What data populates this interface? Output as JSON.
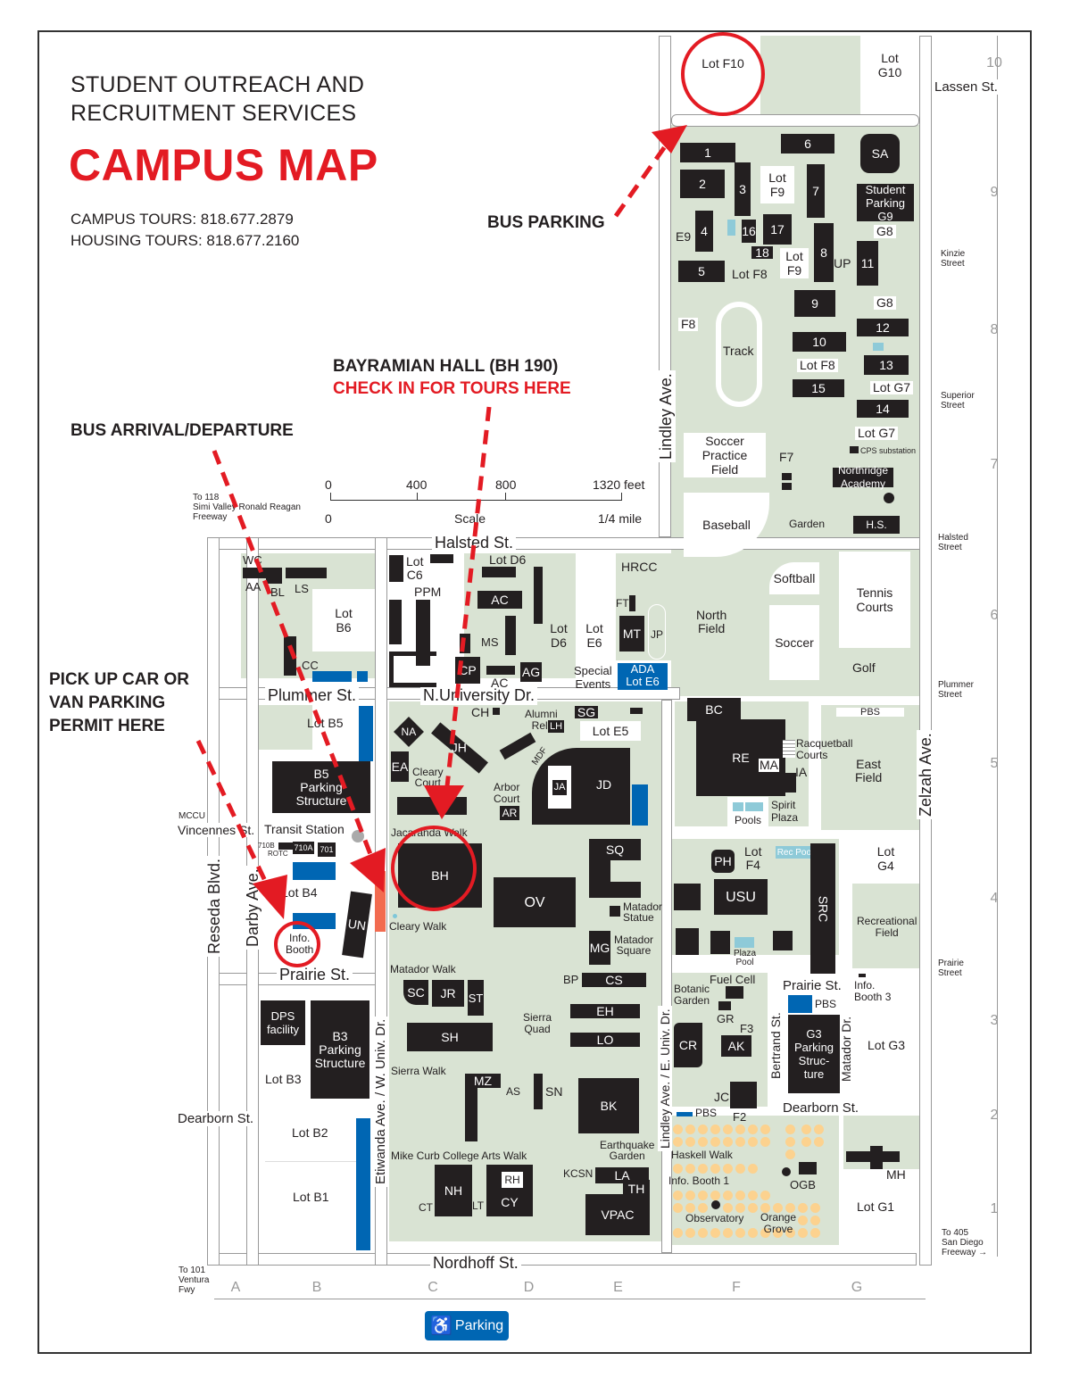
{
  "header": {
    "org_line1": "STUDENT OUTREACH AND",
    "org_line2": "RECRUITMENT SERVICES",
    "title": "CAMPUS MAP",
    "campus_tours": "CAMPUS TOURS: 818.677.2879",
    "housing_tours": "HOUSING TOURS: 818.677.2160"
  },
  "callouts": {
    "bus_parking": "BUS PARKING",
    "bayramian_line1": "BAYRAMIAN HALL (BH 190)",
    "bayramian_line2": "CHECK IN FOR TOURS HERE",
    "bus_arrival": "BUS ARRIVAL/DEPARTURE",
    "pickup_line1": "PICK UP CAR OR",
    "pickup_line2": "VAN PARKING",
    "pickup_line3": "PERMIT HERE"
  },
  "colors": {
    "accent_red": "#e31b23",
    "building": "#231f20",
    "grounds_green": "#d9e3d3",
    "ada_blue": "#0066b3",
    "pool": "#8ecad8",
    "orange_grove": "#fcd28f"
  },
  "scale": {
    "feet_ticks": [
      "0",
      "400",
      "800",
      "1320 feet"
    ],
    "label": "Scale",
    "mile_start": "0",
    "mile_end": "1/4 mile"
  },
  "directions": {
    "north_118": "To 118\nSimi Valley Ronald Reagan\nFreeway",
    "south_101": "To 101\nVentura\nFwy",
    "east_405": "To 405\nSan Diego\nFreeway →"
  },
  "streets": {
    "lassen": "Lassen St.",
    "halsted": "Halsted  St.",
    "plummer": "Plummer St.",
    "n_university": "N.University Dr.",
    "vincennes": "Vincennes St.",
    "prairie": "Prairie St.",
    "prairie_east": "Prairie St.",
    "dearborn": "Dearborn St.",
    "dearborn_east": "Dearborn St.",
    "nordhoff": "Nordhoff St.",
    "reseda": "Reseda Blvd.",
    "darby": "Darby Ave.",
    "etiwanda": "Etiwanda Ave. / W. Univ. Dr.",
    "lindley_upper": "Lindley  Ave.",
    "lindley_lower": "Lindley Ave. / E. Univ. Dr.",
    "zelzah": "Zelzah  Ave.",
    "bertrand": "Bertrand St.",
    "matador_dr": "Matador Dr.",
    "kinzie_street": "Kinzie\nStreet",
    "superior_street": "Superior\nStreet",
    "halsted_street": "Halsted\nStreet",
    "plummer_street": "Plummer\nStreet",
    "prairie_street": "Prairie\nStreet"
  },
  "grid": {
    "rows": [
      "10",
      "9",
      "8",
      "7",
      "6",
      "5",
      "4",
      "3",
      "2",
      "1"
    ],
    "cols": [
      "A",
      "B",
      "C",
      "D",
      "E",
      "F",
      "G"
    ]
  },
  "buildings": {
    "b1": "1",
    "b2": "2",
    "b3": "3",
    "b4": "4",
    "b5": "5",
    "b6": "6",
    "b7": "7",
    "b8": "8",
    "b9": "9",
    "b10": "10",
    "b11": "11",
    "b12": "12",
    "b13": "13",
    "b14": "14",
    "b15": "15",
    "b16": "16",
    "b17": "17",
    "b18": "18",
    "sa": "SA",
    "student_parking": "Student\nParking\nG9",
    "up": "UP",
    "northridge_academy": "Northridge\nAcademy",
    "hs": "H.S.",
    "cps": "CPS substation",
    "wc": "WC",
    "aa": "AA",
    "bl": "BL",
    "ls": "LS",
    "cc": "CC",
    "ppm": "PPM",
    "ac": "AC",
    "ac2": "AC",
    "ms": "MS",
    "cp": "CP",
    "ag": "AG",
    "ft": "FT",
    "mt": "MT",
    "jp": "JP",
    "hrcc": "HRCC",
    "ch": "CH",
    "alumni": "Alumni\nRel.",
    "lh": "LH",
    "sg": "SG",
    "na": "NA",
    "jh": "JH",
    "ea": "EA",
    "mdf": "MDF",
    "ja": "JA",
    "jd": "JD",
    "ar": "AR",
    "bh": "BH",
    "ov": "OV",
    "sq": "SQ",
    "matador_statue": "Matador\nStatue",
    "mg": "MG",
    "matador_square": "Matador\nSquare",
    "bp": "BP",
    "cs": "CS",
    "eh": "EH",
    "lo": "LO",
    "sc": "SC",
    "jr": "JR",
    "st": "ST",
    "sh": "SH",
    "mz": "MZ",
    "as": "AS",
    "sn": "SN",
    "bk": "BK",
    "nh": "NH",
    "rh": "RH",
    "cy": "CY",
    "lt": "LT",
    "ct": "CT",
    "kcsn": "KCSN",
    "la": "LA",
    "th": "TH",
    "vpac": "VPAC",
    "bc": "BC",
    "re": "RE",
    "ma": "MA",
    "ia": "IA",
    "ph": "PH",
    "usu": "USU",
    "src": "SRC",
    "cr": "CR",
    "ak": "AK",
    "gr": "GR",
    "jc": "JC",
    "ogb": "OGB",
    "mh": "MH",
    "un": "UN",
    "b5_structure": "B5\nParking\nStructure",
    "b3_structure": "B3\nParking\nStructure",
    "g3_structure": "G3\nParking\nStruc-\nture",
    "dps": "DPS\nfacility",
    "b710b": "710B",
    "rotc": "ROTC",
    "b710a": "710A",
    "b701": "701",
    "mccu": "MCCU"
  },
  "lots": {
    "f10": "Lot F10",
    "g10": "Lot\nG10",
    "f9a": "Lot\nF9",
    "f9b": "Lot\nF9",
    "f8a": "Lot F8",
    "f8b": "Lot F8",
    "e9": "E9",
    "f8": "F8",
    "g8a": "G8",
    "g8b": "G8",
    "g7a": "Lot G7",
    "g7b": "Lot G7",
    "f7": "F7",
    "c6": "Lot\nC6",
    "d6a": "Lot D6",
    "d6b": "Lot\nD6",
    "e6": "Lot\nE6",
    "b6": "Lot\nB6",
    "ada_e6": "ADA\nLot E6",
    "special_events": "Special\nEvents",
    "b5": "Lot B5",
    "b4": "Lot B4",
    "b3": "Lot B3",
    "b2": "Lot B2",
    "b1": "Lot B1",
    "e5": "Lot E5",
    "f4": "Lot\nF4",
    "g4": "Lot\nG4",
    "g3": "Lot G3",
    "g1": "Lot G1",
    "f3": "F3",
    "f2": "F2",
    "pbs1": "PBS",
    "pbs2": "PBS",
    "pbs3": "PBS"
  },
  "places": {
    "track": "Track",
    "soccer_practice": "Soccer\nPractice\nField",
    "baseball": "Baseball",
    "garden": "Garden",
    "softball": "Softball",
    "tennis": "Tennis\nCourts",
    "north_field": "North\nField",
    "soccer": "Soccer",
    "golf": "Golf",
    "east_field": "East\nField",
    "racquetball": "Racquetball\nCourts",
    "pools": "Pools",
    "spirit_plaza": "Spirit\nPlaza",
    "rec_pool": "Rec Pool",
    "plaza_pool": "Plaza\nPool",
    "recreational_field": "Recreational\nField",
    "fuel_cell": "Fuel Cell",
    "botanic_garden": "Botanic\nGarden",
    "info_booth3": "Info.\nBooth 3",
    "info_booth1": "Info. Booth 1",
    "info_booth": "Info.\nBooth",
    "haskell_walk": "Haskell  Walk",
    "observatory": "Observatory",
    "orange_grove": "Orange\nGrove",
    "earthquake_garden": "Earthquake\nGarden",
    "cleary_court": "Cleary\nCourt",
    "arbor_court": "Arbor\nCourt",
    "jacaranda_walk": "Jacaranda Walk",
    "cleary_walk": "Cleary Walk",
    "matador_walk": "Matador Walk",
    "sierra_quad": "Sierra\nQuad",
    "sierra_walk": "Sierra  Walk",
    "arts_walk": "Mike Curb College Arts Walk",
    "transit_station": "Transit Station",
    "pool_label": "Pool"
  },
  "legend": {
    "parking_label": "Parking",
    "icon": "wheelchair-icon"
  }
}
